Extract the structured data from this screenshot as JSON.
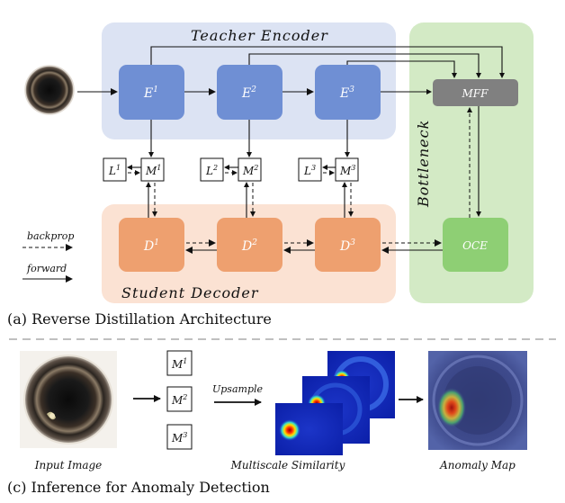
{
  "part_a": {
    "caption": "(a) Reverse Distillation Architecture",
    "teacher_title": "Teacher Encoder",
    "student_title": "Student Decoder",
    "bottleneck_title": "Bottleneck",
    "encoders": [
      {
        "base": "E",
        "sup": "1"
      },
      {
        "base": "E",
        "sup": "2"
      },
      {
        "base": "E",
        "sup": "3"
      }
    ],
    "decoders": [
      {
        "base": "D",
        "sup": "1"
      },
      {
        "base": "D",
        "sup": "2"
      },
      {
        "base": "D",
        "sup": "3"
      }
    ],
    "similarity": [
      {
        "base": "M",
        "sup": "1"
      },
      {
        "base": "M",
        "sup": "2"
      },
      {
        "base": "M",
        "sup": "3"
      }
    ],
    "losses": [
      {
        "base": "L",
        "sup": "1"
      },
      {
        "base": "L",
        "sup": "2"
      },
      {
        "base": "L",
        "sup": "3"
      }
    ],
    "mff_label": "MFF",
    "oce_label": "OCE",
    "legend": {
      "backprop": "backprop",
      "forward": "forward"
    },
    "colors": {
      "teacher_bg": "#dce3f3",
      "encoder": "#6f8fd4",
      "student_bg": "#fbe2d3",
      "decoder": "#eea06f",
      "bottleneck_bg": "#d3eac5",
      "oce": "#8ecf74",
      "mff": "#808080"
    }
  },
  "part_c": {
    "caption": "(c) Inference for Anomaly Detection",
    "input_label": "Input Image",
    "similarity_label": "Multiscale Similarity",
    "anomaly_label": "Anomaly Map",
    "upsample_label": "Upsample",
    "maps": [
      {
        "base": "M",
        "sup": "1"
      },
      {
        "base": "M",
        "sup": "2"
      },
      {
        "base": "M",
        "sup": "3"
      }
    ]
  }
}
